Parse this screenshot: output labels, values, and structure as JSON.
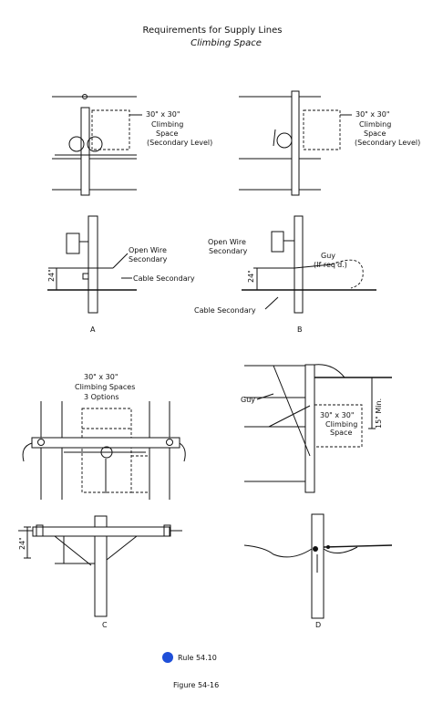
{
  "title": {
    "line1": "Requirements for Supply Lines",
    "line2": "Climbing Space"
  },
  "panels": {
    "a_top": {
      "label": "30\" x 30\"",
      "lines": [
        "Climbing",
        "Space",
        "(Secondary Level)"
      ]
    },
    "b_top": {
      "label": "30\" x 30\"",
      "lines": [
        "Climbing",
        "Space",
        "(Secondary Level)"
      ]
    },
    "a_bottom": {
      "open_wire": [
        "Open Wire",
        "Secondary"
      ],
      "cable": "Cable Secondary",
      "dim": "24\"",
      "caption": "A"
    },
    "b_bottom": {
      "open_wire": [
        "Open Wire",
        "Secondary"
      ],
      "guy": [
        "Guy",
        "(If req'd.)"
      ],
      "cable": "Cable Secondary",
      "dim": "24\"",
      "caption": "B"
    },
    "c": {
      "climbing": [
        "30\" x 30\"",
        "Climbing Spaces",
        "3 Options"
      ],
      "dim": "24\"",
      "caption": "C"
    },
    "d": {
      "guy": "Guy",
      "climbing": [
        "30\" x 30\"",
        "Climbing",
        "Space"
      ],
      "dim": "15\" Min.",
      "caption": "D"
    }
  },
  "footer": {
    "rule": "Rule 54.10",
    "figure": "Figure 54-16"
  },
  "colors": {
    "bullet": "#1f4fd8",
    "ink": "#111111"
  }
}
